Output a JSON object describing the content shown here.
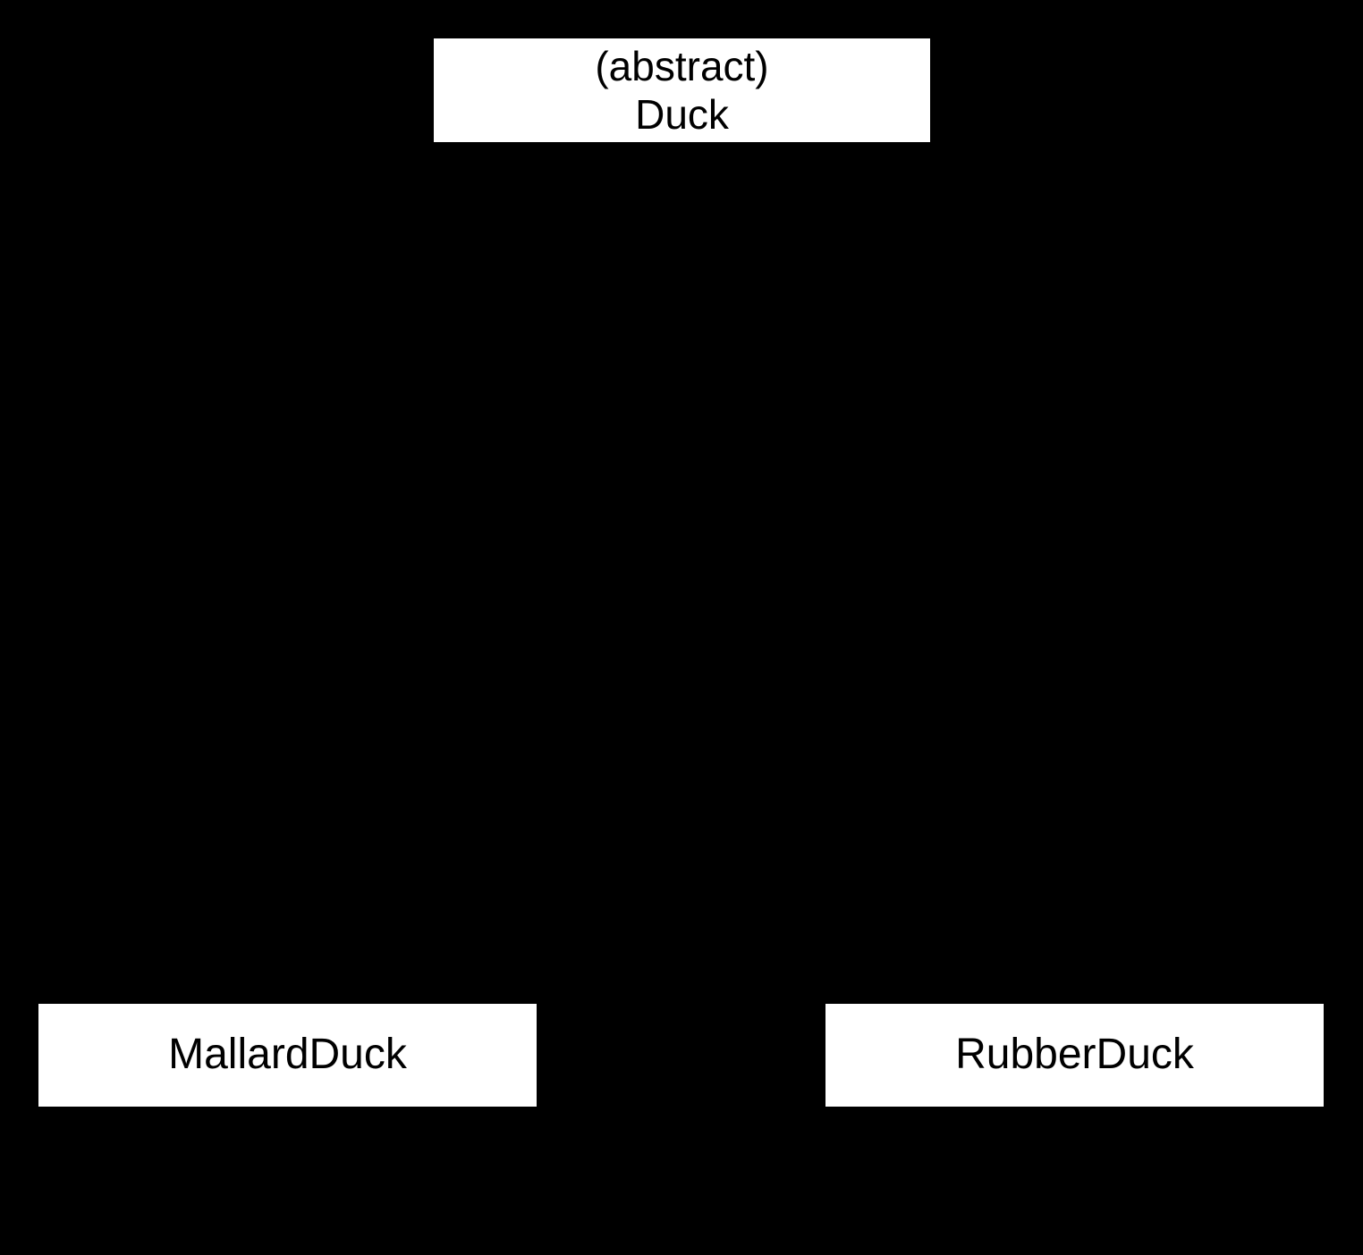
{
  "diagram": {
    "kind": "uml-class-diagram",
    "background_color": "#000000",
    "box_fill_color": "#ffffff",
    "text_color": "#000000",
    "connector_color": "#000000",
    "classes": [
      {
        "id": "duck",
        "stereotype": "(abstract)",
        "name": "Duck",
        "role": "superclass"
      },
      {
        "id": "mallardduck",
        "stereotype": "",
        "name": "MallardDuck",
        "role": "subclass"
      },
      {
        "id": "rubberduck",
        "stereotype": "",
        "name": "RubberDuck",
        "role": "subclass"
      }
    ],
    "relationships": [
      {
        "type": "inheritance",
        "from": "MallardDuck",
        "to": "Duck"
      },
      {
        "type": "inheritance",
        "from": "RubberDuck",
        "to": "Duck"
      }
    ]
  }
}
